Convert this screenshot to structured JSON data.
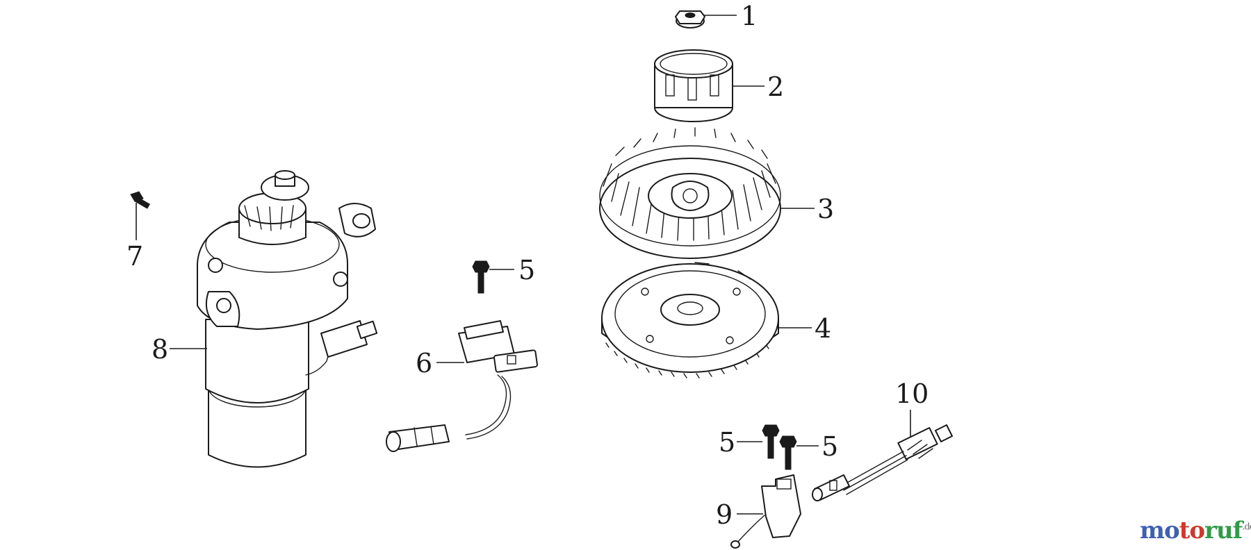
{
  "callouts": {
    "c1": "1",
    "c2": "2",
    "c3": "3",
    "c4": "4",
    "c5a": "5",
    "c5b": "5",
    "c5c": "5",
    "c6": "6",
    "c7": "7",
    "c8": "8",
    "c9": "9",
    "c10": "10"
  },
  "watermark": {
    "part1": "mo",
    "part2": "to",
    "part3": "ruf",
    "suffix": ".de",
    "colors": {
      "blue": "#3e5fb3",
      "red": "#d0382b",
      "green": "#2f9b47"
    }
  }
}
